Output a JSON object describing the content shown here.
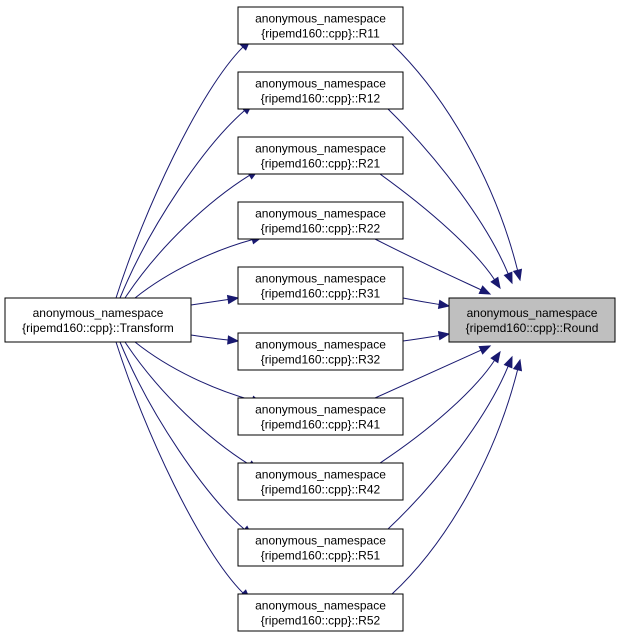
{
  "graph": {
    "edge_color": "#191970",
    "highlight_color": "#bfbfbf",
    "nodes": [
      {
        "id": "transform",
        "line1": "anonymous_namespace",
        "line2": "{ripemd160::cpp}::Transform"
      },
      {
        "id": "r11",
        "line1": "anonymous_namespace",
        "line2": "{ripemd160::cpp}::R11"
      },
      {
        "id": "r12",
        "line1": "anonymous_namespace",
        "line2": "{ripemd160::cpp}::R12"
      },
      {
        "id": "r21",
        "line1": "anonymous_namespace",
        "line2": "{ripemd160::cpp}::R21"
      },
      {
        "id": "r22",
        "line1": "anonymous_namespace",
        "line2": "{ripemd160::cpp}::R22"
      },
      {
        "id": "r31",
        "line1": "anonymous_namespace",
        "line2": "{ripemd160::cpp}::R31"
      },
      {
        "id": "r32",
        "line1": "anonymous_namespace",
        "line2": "{ripemd160::cpp}::R32"
      },
      {
        "id": "r41",
        "line1": "anonymous_namespace",
        "line2": "{ripemd160::cpp}::R41"
      },
      {
        "id": "r42",
        "line1": "anonymous_namespace",
        "line2": "{ripemd160::cpp}::R42"
      },
      {
        "id": "r51",
        "line1": "anonymous_namespace",
        "line2": "{ripemd160::cpp}::R51"
      },
      {
        "id": "r52",
        "line1": "anonymous_namespace",
        "line2": "{ripemd160::cpp}::R52"
      },
      {
        "id": "round",
        "line1": "anonymous_namespace",
        "line2": "{ripemd160::cpp}::Round",
        "highlighted": true
      }
    ],
    "edges": [
      {
        "from": "transform",
        "to": "r11"
      },
      {
        "from": "transform",
        "to": "r12"
      },
      {
        "from": "transform",
        "to": "r21"
      },
      {
        "from": "transform",
        "to": "r22"
      },
      {
        "from": "transform",
        "to": "r31"
      },
      {
        "from": "transform",
        "to": "r32"
      },
      {
        "from": "transform",
        "to": "r41"
      },
      {
        "from": "transform",
        "to": "r42"
      },
      {
        "from": "transform",
        "to": "r51"
      },
      {
        "from": "transform",
        "to": "r52"
      },
      {
        "from": "r11",
        "to": "round"
      },
      {
        "from": "r12",
        "to": "round"
      },
      {
        "from": "r21",
        "to": "round"
      },
      {
        "from": "r22",
        "to": "round"
      },
      {
        "from": "r31",
        "to": "round"
      },
      {
        "from": "r32",
        "to": "round"
      },
      {
        "from": "r41",
        "to": "round"
      },
      {
        "from": "r42",
        "to": "round"
      },
      {
        "from": "r51",
        "to": "round"
      },
      {
        "from": "r52",
        "to": "round"
      }
    ]
  }
}
